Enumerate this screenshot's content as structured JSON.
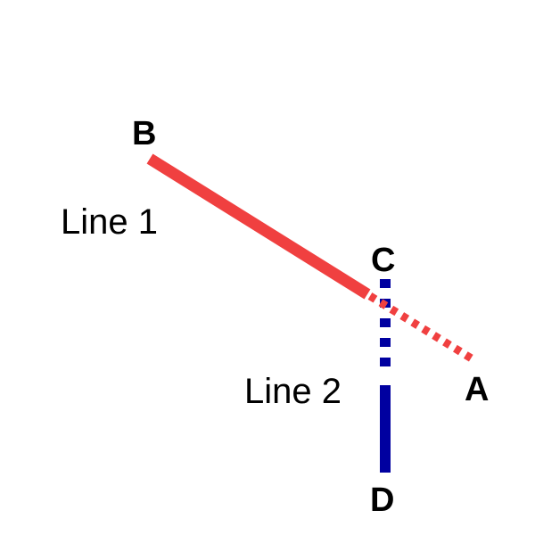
{
  "labels": {
    "point_a": "A",
    "point_b": "B",
    "point_c": "C",
    "point_d": "D",
    "line_1": "Line 1",
    "line_2": "Line 2"
  },
  "colors": {
    "line_1": "#f04040",
    "line_2": "#0000a0",
    "text": "#000000",
    "background": "#ffffff"
  }
}
